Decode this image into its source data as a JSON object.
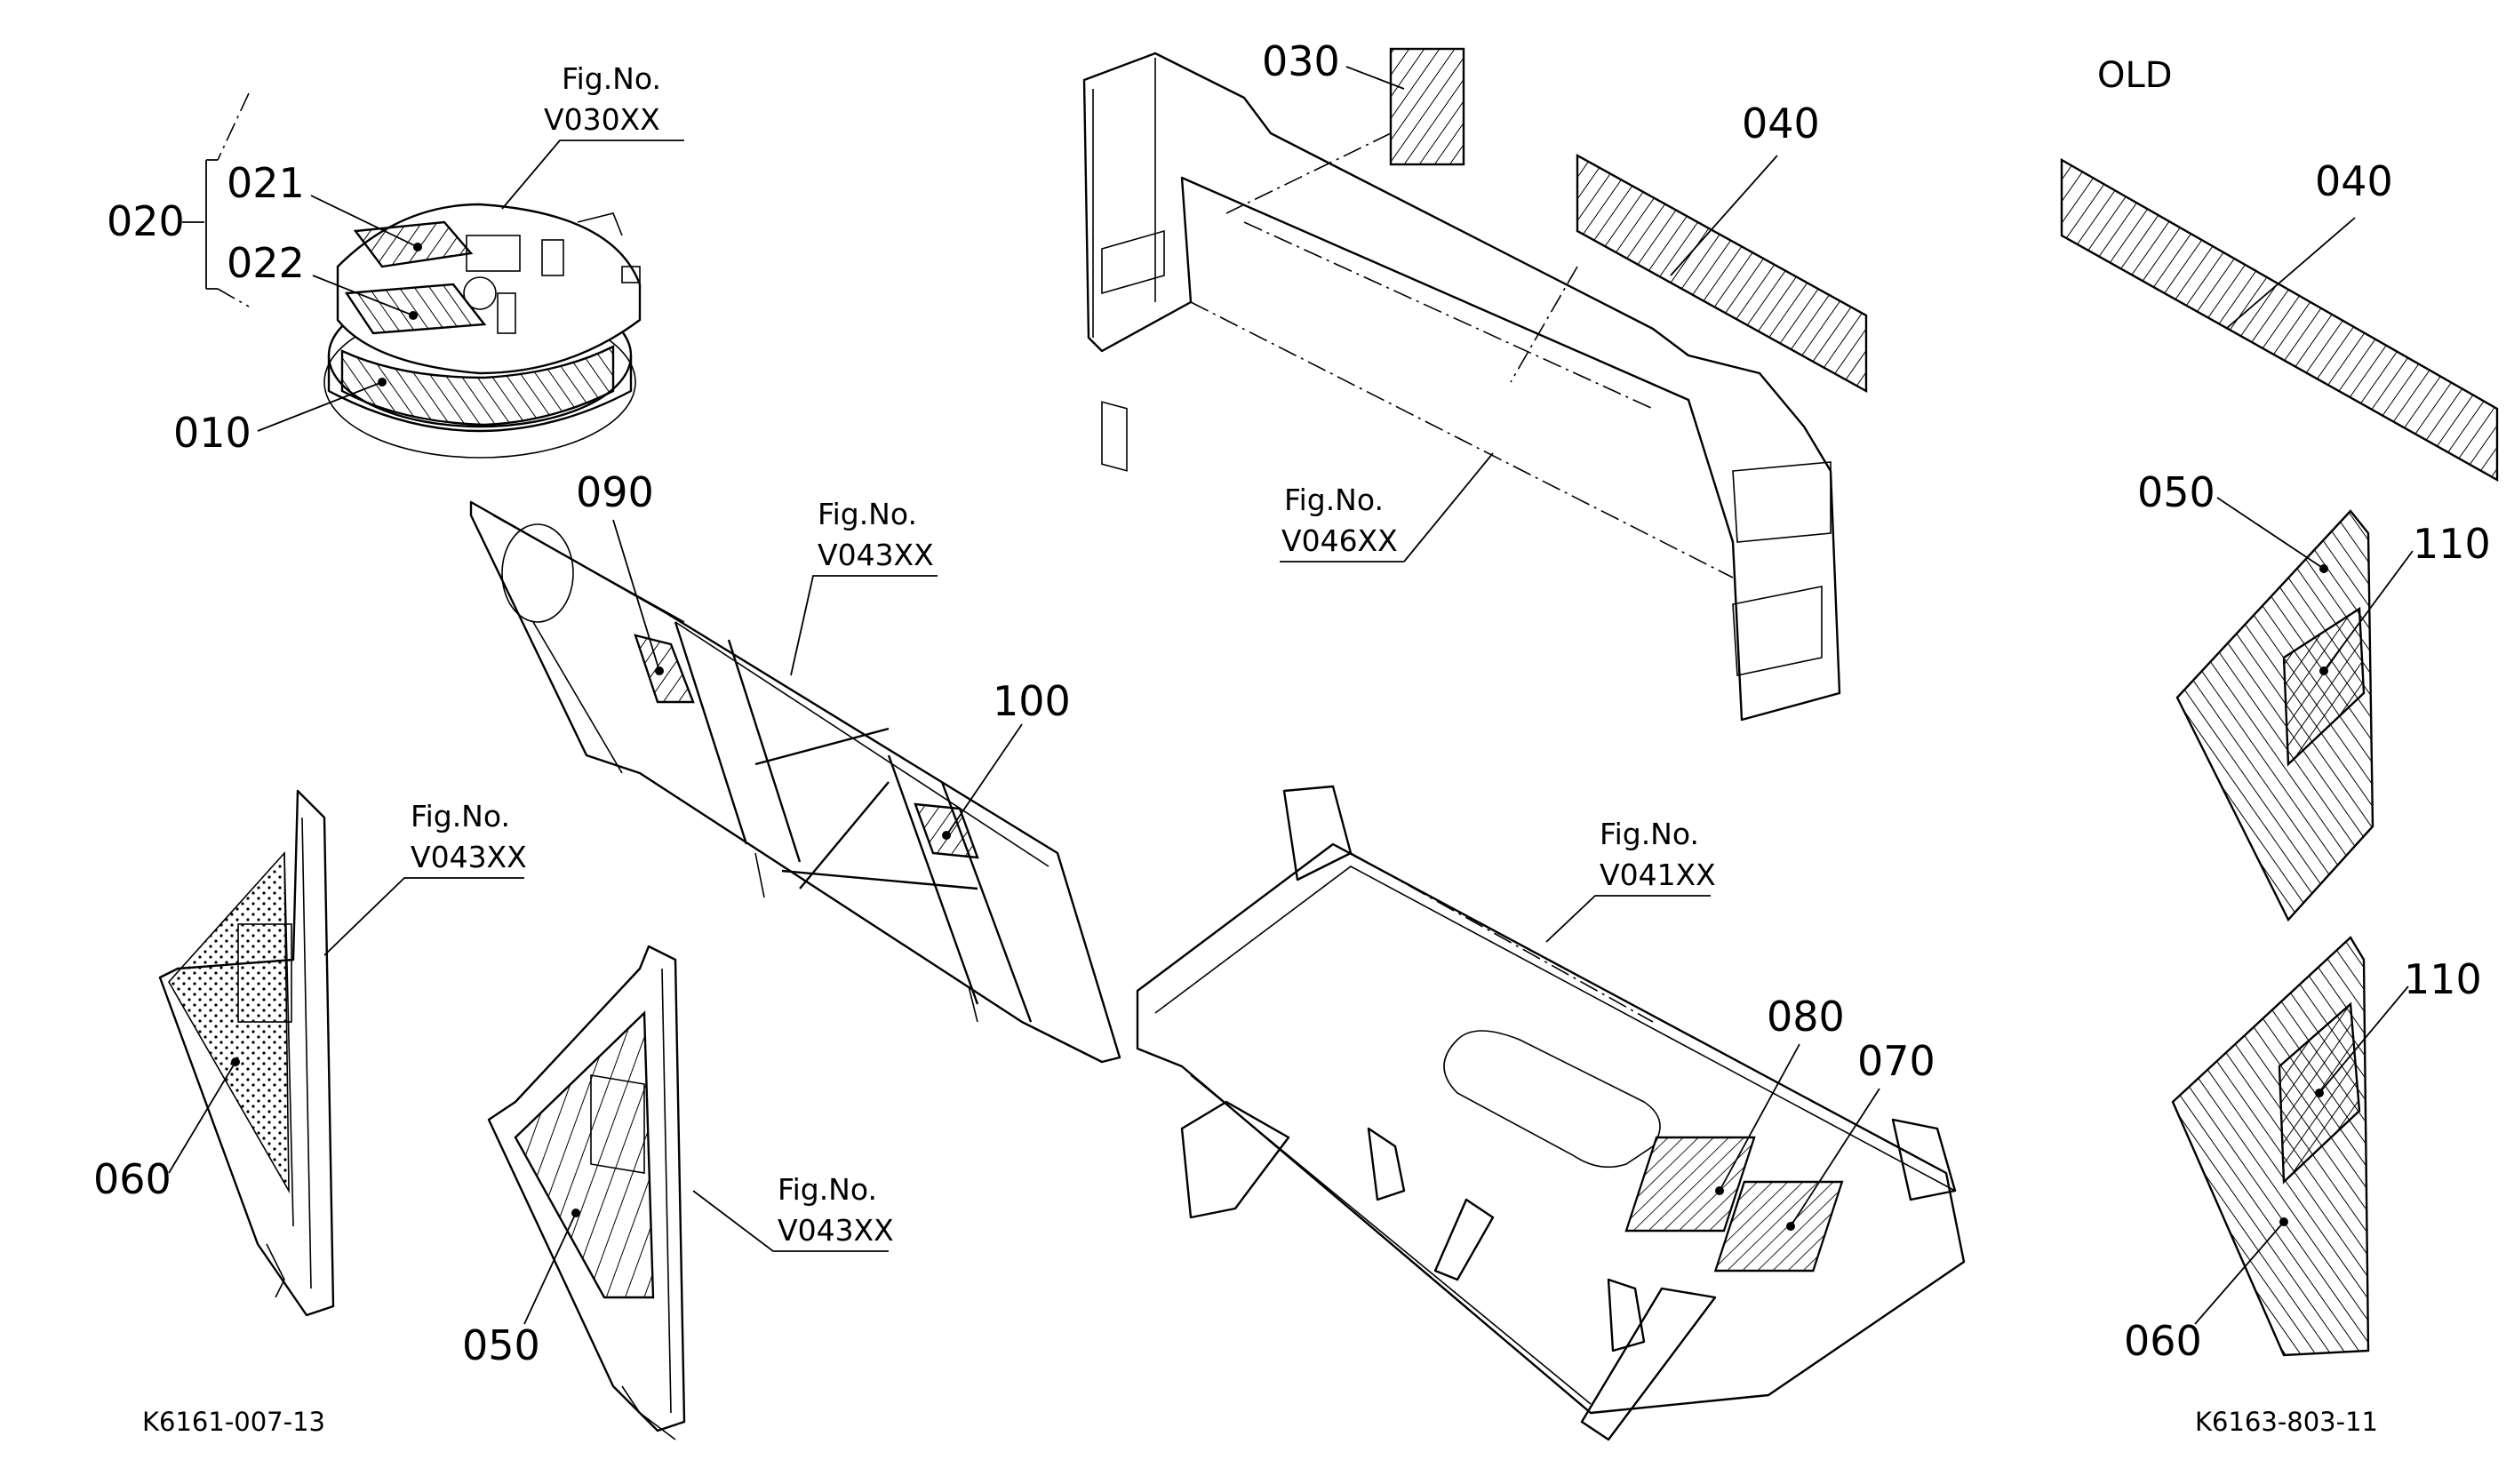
{
  "diagram": {
    "old_label": "OLD",
    "footer_left_code": "K6161-007-13",
    "footer_right_code": "K6163-803-11",
    "fig_refs": {
      "fig_no": "Fig.No.",
      "v030": "V030XX",
      "v046": "V046XX",
      "v043_a": "V043XX",
      "v043_b": "V043XX",
      "v043_c": "V043XX",
      "v041": "V041XX"
    },
    "parts": {
      "p010": "010",
      "p020": "020",
      "p021": "021",
      "p022": "022",
      "p030": "030",
      "p040": "040",
      "p040_old": "040",
      "p050": "050",
      "p050_old": "050",
      "p060": "060",
      "p060_old": "060",
      "p070": "070",
      "p080": "080",
      "p090": "090",
      "p100": "100",
      "p110_a": "110",
      "p110_b": "110"
    }
  }
}
